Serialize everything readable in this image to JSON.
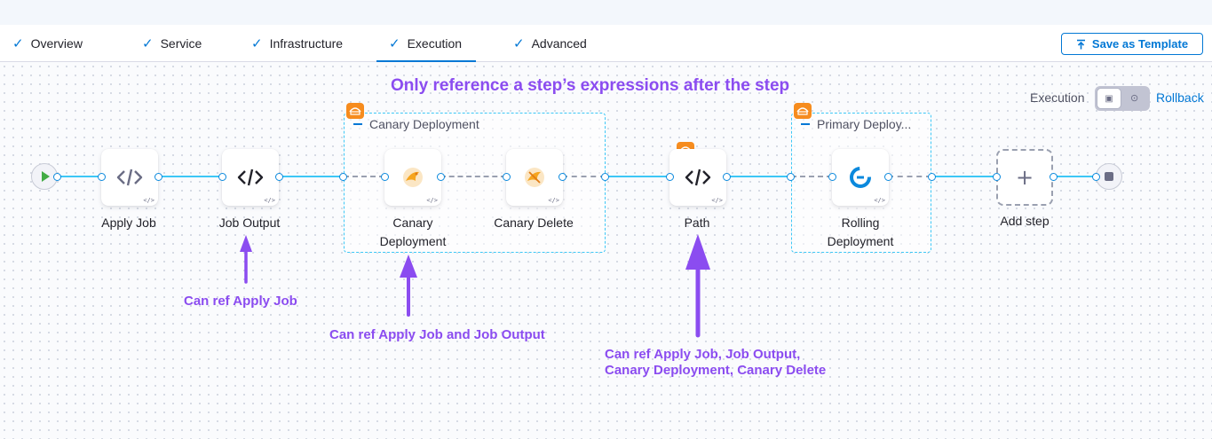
{
  "tabs": [
    {
      "label": "Overview"
    },
    {
      "label": "Service"
    },
    {
      "label": "Infrastructure"
    },
    {
      "label": "Execution"
    },
    {
      "label": "Advanced"
    }
  ],
  "save_template": "Save as Template",
  "headline": "Only reference a step’s expressions after the step",
  "execution_toggle": {
    "label": "Execution",
    "alt_label": "Rollback"
  },
  "steps": {
    "apply_job": "Apply Job",
    "job_output": "Job Output",
    "canary_deployment": "Canary\nDeployment",
    "canary_delete": "Canary Delete",
    "path": "Path",
    "rolling_deployment": "Rolling\nDeployment",
    "add_step": "Add step"
  },
  "groups": {
    "canary": "Canary Deployment",
    "primary": "Primary Deploy..."
  },
  "annotations": {
    "job_output": "Can ref Apply Job",
    "canary": "Can ref Apply Job and Job Output",
    "path_line1": "Can ref Apply Job, Job Output,",
    "path_line2": "Canary Deployment, Canary Delete"
  },
  "colors": {
    "accent": "#0278d5",
    "annotation": "#8b4cf0",
    "connector": "#3dc7f6",
    "badge": "#f68c1e"
  }
}
